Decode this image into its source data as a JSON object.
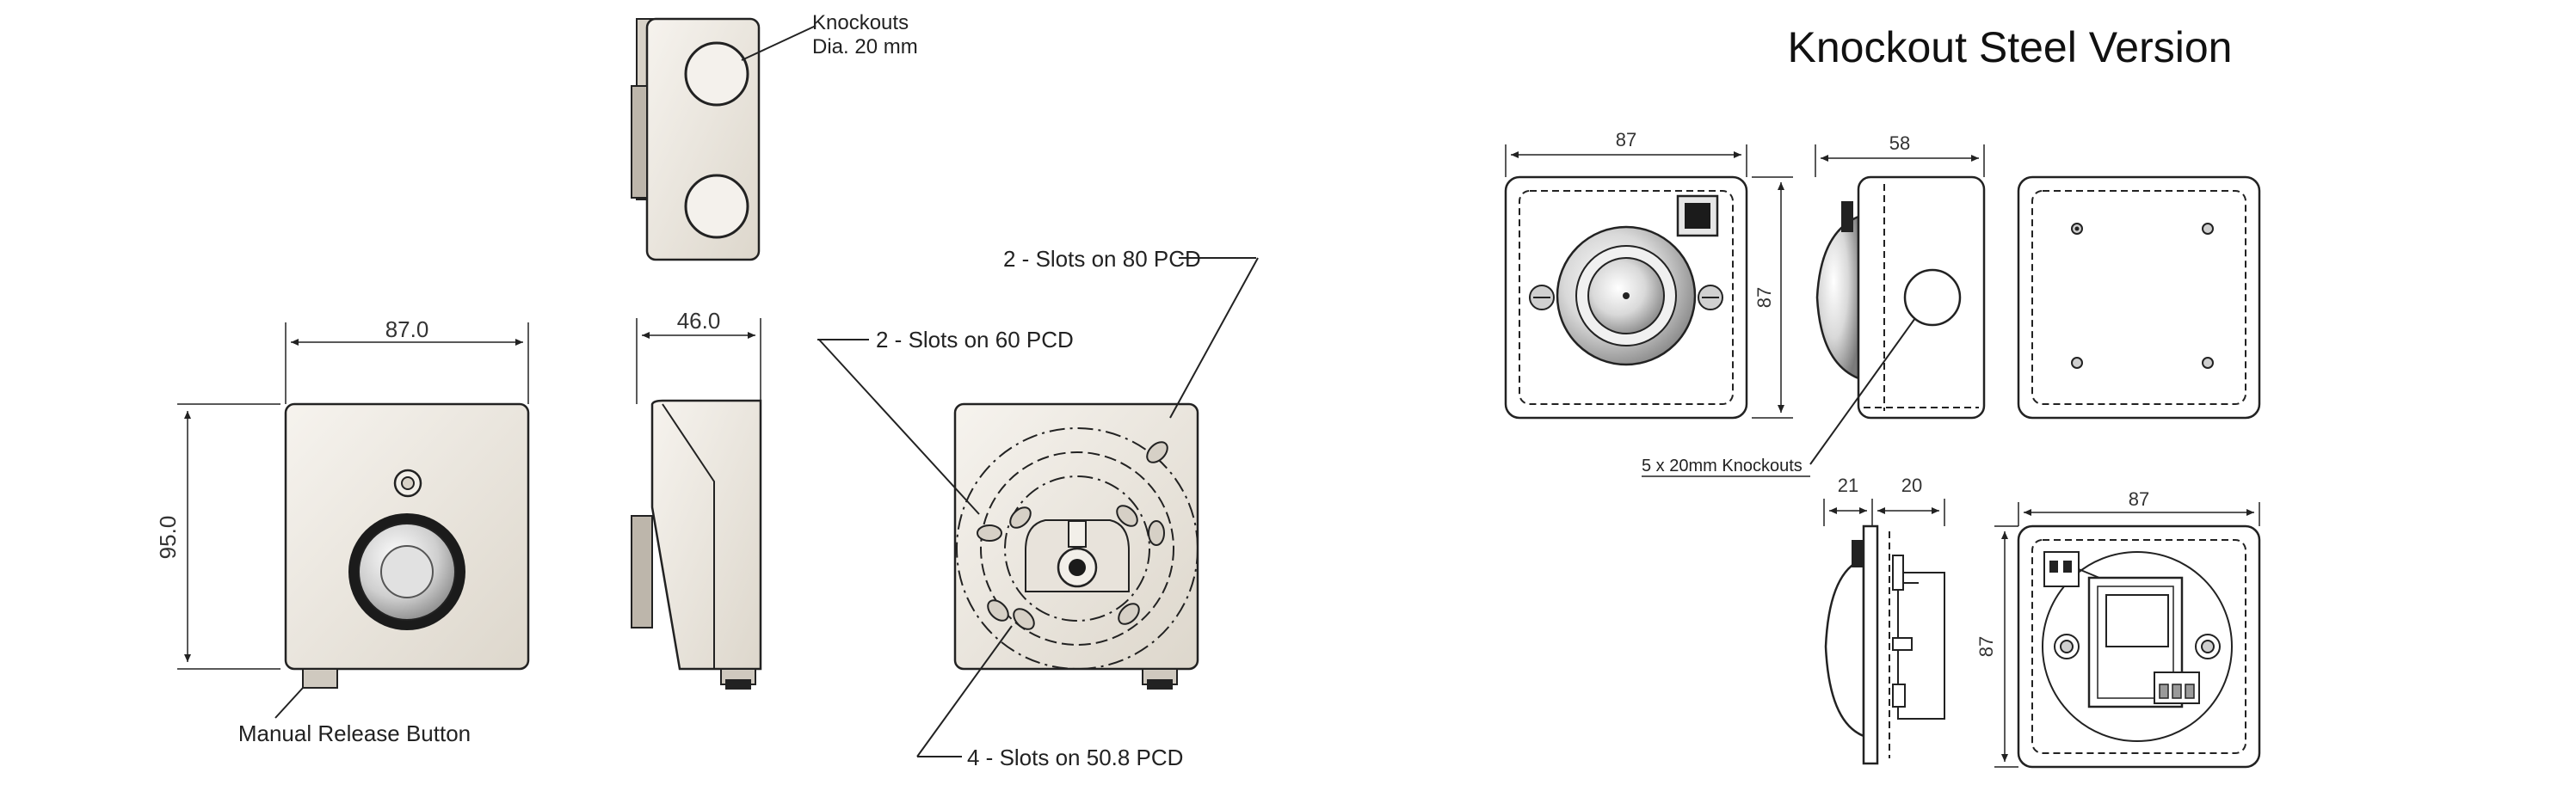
{
  "title": "Knockout Steel Version",
  "left": {
    "knockouts_line1": "Knockouts",
    "knockouts_line2": "Dia. 20 mm",
    "front_width": "87.0",
    "front_height": "95.0",
    "side_depth": "46.0",
    "manual_release": "Manual Release Button",
    "slots_80": "2 - Slots on 80 PCD",
    "slots_60": "2 - Slots on 60 PCD",
    "slots_50": "4 - Slots on 50.8 PCD"
  },
  "right": {
    "front_width": "87",
    "front_height": "87",
    "side_depth": "58",
    "knockouts": "5 x 20mm Knockouts",
    "side_a": "21",
    "side_b": "20",
    "back_width": "87",
    "back_height": "87"
  },
  "colors": {
    "line": "#222222",
    "body_fill": "#eeeae3",
    "body_shadow": "#d6d0c6",
    "steel_fill": "#ffffff"
  }
}
